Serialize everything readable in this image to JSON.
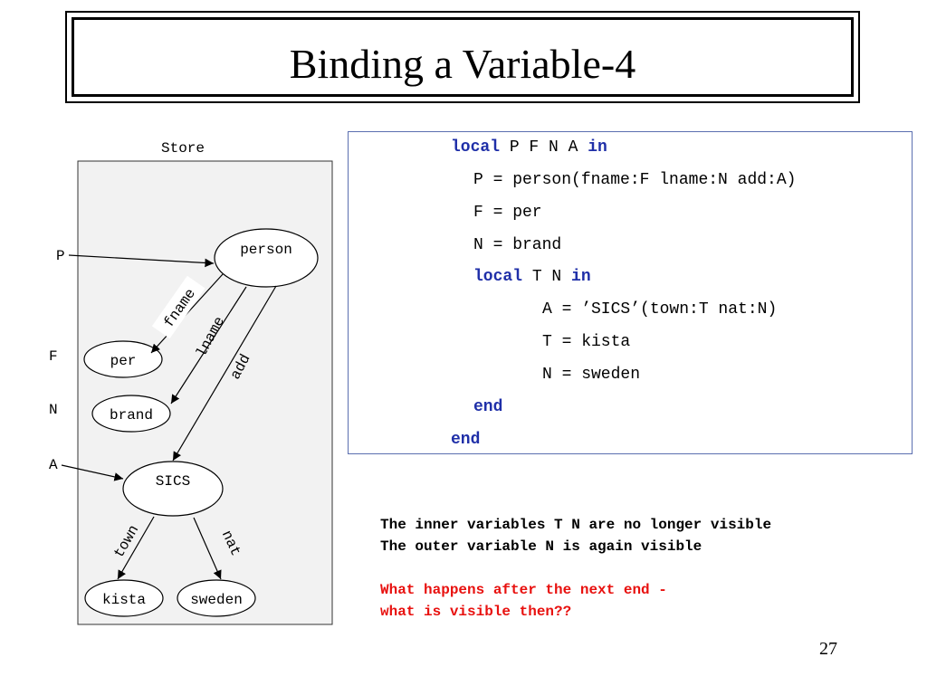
{
  "title": "Binding a Variable-4",
  "diagram": {
    "store_label": "Store",
    "var_labels": {
      "p": "P",
      "f": "F",
      "n": "N",
      "a": "A"
    },
    "nodes": {
      "person": "person",
      "per": "per",
      "brand": "brand",
      "sics": "SICS",
      "kista": "kista",
      "sweden": "sweden"
    },
    "edge_labels": {
      "fname": "fname",
      "lname": "lname",
      "add": "add",
      "town": "town",
      "nat": "nat"
    }
  },
  "code": {
    "l1_kw1": "local",
    "l1_rest": " P F N A ",
    "l1_kw2": "in",
    "l2": "P = person(fname:F lname:N add:A)",
    "l3": "F = per",
    "l4": "N = brand",
    "l5_kw1": "local",
    "l5_rest": " T N ",
    "l5_kw2": "in",
    "l6": "A = ’SICS’(town:T nat:N)",
    "l7": "T = kista",
    "l8": "N = sweden",
    "l9_kw": "end",
    "l10_kw": "end"
  },
  "notes": {
    "line1": "The inner variables T N are no longer visible",
    "line2": "The outer variable N is again visible",
    "question1": "What happens after the next end -",
    "question2": "what is visible then??",
    "question_color": "#e8110f"
  },
  "page_number": "27"
}
